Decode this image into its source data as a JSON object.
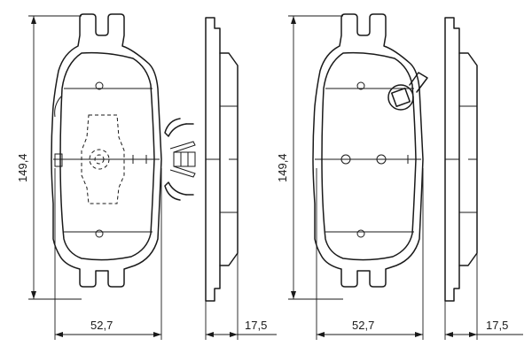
{
  "left_pad": {
    "height_label": "149,4",
    "width_label": "52,7",
    "thickness_label": "17,5"
  },
  "right_pad": {
    "height_label": "149,4",
    "width_label": "52,7",
    "thickness_label": "17,5"
  }
}
